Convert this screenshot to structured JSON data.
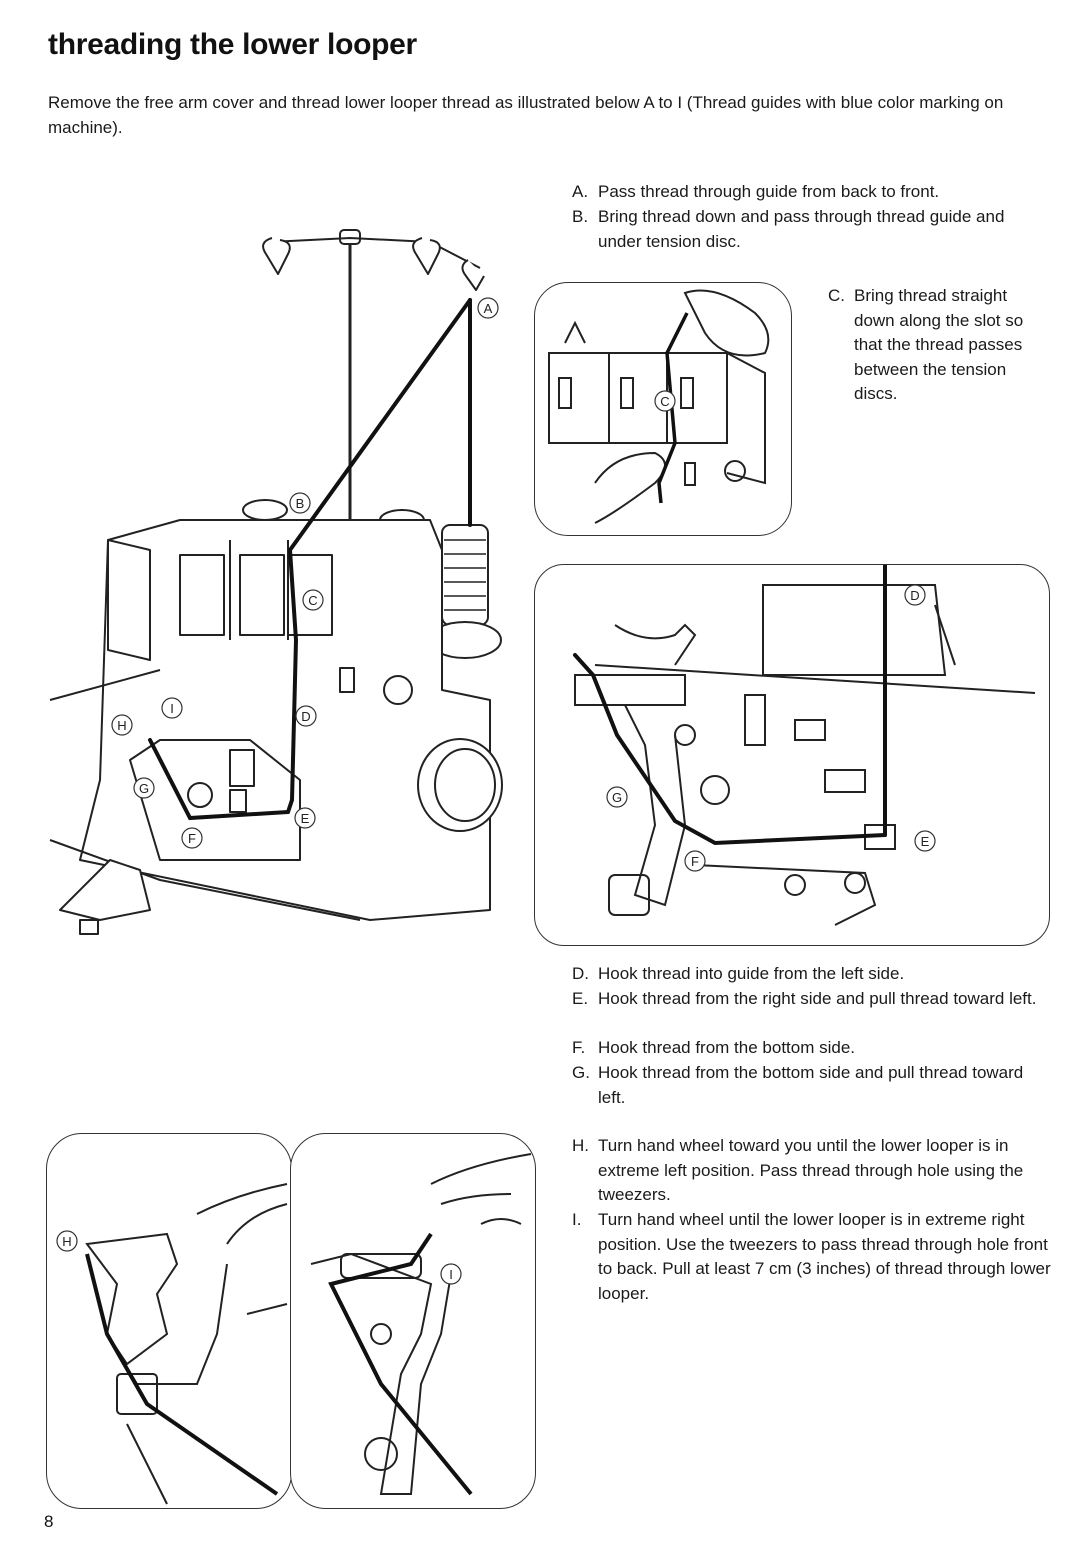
{
  "page": {
    "title": "threading the lower looper",
    "intro": "Remove the free arm  cover and thread lower looper thread as illustrated below A to I (Thread guides with blue color marking on machine).",
    "page_number": "8"
  },
  "steps": [
    {
      "letter": "A.",
      "text": "Pass thread through guide from back to front."
    },
    {
      "letter": "B.",
      "text": "Bring thread down and pass through thread guide and under tension disc."
    },
    {
      "letter": "C.",
      "text": "Bring thread straight down along the slot so that the thread passes between the tension discs."
    },
    {
      "letter": "D.",
      "text": "Hook thread into guide from the left side."
    },
    {
      "letter": "E.",
      "text": "Hook thread from the right side and pull thread toward left."
    },
    {
      "letter": "F.",
      "text": "Hook thread from the bottom side."
    },
    {
      "letter": "G.",
      "text": "Hook thread from the bottom side and pull thread toward left."
    },
    {
      "letter": "H.",
      "text": "Turn hand wheel toward you until the lower looper is in extreme left position. Pass thread through hole using the tweezers."
    },
    {
      "letter": "I.",
      "text": "Turn hand wheel until the lower looper is in extreme right position. Use the tweezers to pass thread through hole front to back. Pull at least 7 cm (3 inches) of thread through lower looper."
    }
  ],
  "callouts": {
    "main": [
      "A",
      "B",
      "C",
      "D",
      "E",
      "F",
      "G",
      "H",
      "I"
    ],
    "tension_detail": [
      "C"
    ],
    "guides_detail": [
      "D",
      "E",
      "F",
      "G"
    ],
    "looper_left": [
      "H"
    ],
    "looper_right": [
      "I"
    ]
  },
  "illustrations": {
    "main": "overlock-machine-threading-illustration",
    "tension_detail": "tension-disc-closeup",
    "guides_detail": "thread-guides-closeup",
    "looper_left": "looper-left-closeup",
    "looper_right": "looper-right-closeup"
  }
}
